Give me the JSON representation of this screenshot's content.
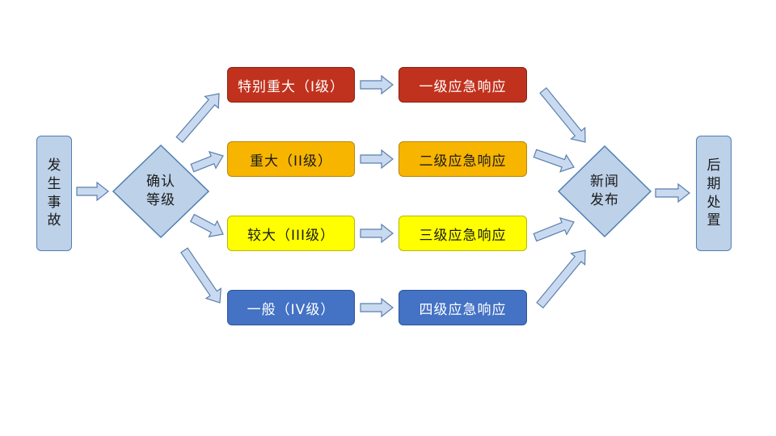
{
  "nodes": {
    "start": "发生事故",
    "confirm": "确认等级",
    "news": "新闻发布",
    "end": "后期处置"
  },
  "levels": [
    {
      "label": "特别重大（I级）",
      "response": "一级应急响应",
      "color": "#c0321e",
      "text_color": "#ffffff"
    },
    {
      "label": "重大（II级）",
      "response": "二级应急响应",
      "color": "#f7b500",
      "text_color": "#1a1a1a"
    },
    {
      "label": "较大（III级）",
      "response": "三级应急响应",
      "color": "#ffff00",
      "text_color": "#1a1a1a"
    },
    {
      "label": "一般（IV级）",
      "response": "四级应急响应",
      "color": "#4472c4",
      "text_color": "#ffffff"
    }
  ],
  "colors": {
    "node_fill": "#bdd1e8",
    "node_border": "#4f7eb3",
    "arrow_fill": "#c9daf0",
    "arrow_stroke": "#5a7fae"
  }
}
